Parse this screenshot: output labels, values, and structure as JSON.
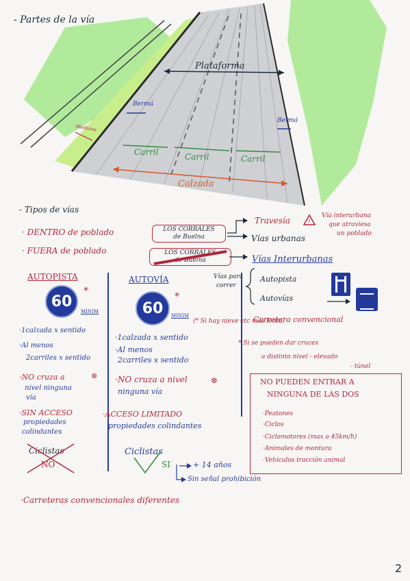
{
  "heading": "- Partes de la vía",
  "diagram": {
    "plataforma": "Plataforma",
    "berm_left": "Bermá",
    "berm_right": "Bermá",
    "mediana": "Mediana",
    "carril1": "Carril",
    "carril2": "Carril",
    "carril3": "Carril",
    "calzada": "Calzada"
  },
  "tipos": {
    "title": "- Tipos de vías",
    "dentro": "· DENTRO de poblado",
    "fuera": "· FUERA de poblado",
    "sign1_line1": "LOS CORRALES",
    "sign1_line2": "de Buelna",
    "sign2_line1": "LOS CORRALES",
    "sign2_line2": "de Buelna",
    "travesia": "Travesía",
    "travesia_note_line1": "Vía interurbana",
    "travesia_note_line2": "que atraviesa",
    "travesia_note_line3": "un poblado",
    "vias_urbanas": "Vías urbanas",
    "vias_interurbanas": "Vías Interurbanas"
  },
  "autopista": {
    "title": "AUTOPISTA",
    "speed": "60",
    "minim": "MINIM",
    "p1": "·1calzada x sentido",
    "p2a": "·Al menos",
    "p2b": "2carriles x sentido",
    "p3a": "·NO cruza a",
    "p3b": "nivel ninguna",
    "p3c": "vía",
    "p4a": "·SIN ACCESO",
    "p4b": "propiedades",
    "p4c": "colindantes",
    "ciclistas": "Ciclistas",
    "no": "NO"
  },
  "autovia": {
    "title": "AUTOVÍA",
    "speed": "60",
    "minim": "MINIM",
    "note": "(* Si hay nieve etc más lento)",
    "p1": "·1calzada x sentido",
    "p2a": "·Al menos",
    "p2b": "2carriles x sentido",
    "p3a": "·NO cruza a nivel",
    "p3b": "ninguna vía",
    "p4a": "·ACCESO LIMITADO",
    "p4b": "propiedades colindantes",
    "ciclistas": "Ciclistas",
    "si": "SI",
    "mas14": "+ 14 años",
    "sin_senal": "Sin señal prohibición"
  },
  "right": {
    "vias_para_correr_1": "Vías para",
    "vias_para_correr_2": "correr",
    "autopista": "Autopista",
    "autovias": "Autovías",
    "carretera_conv": "Carretera convencional",
    "cruces_note_1": "* Si se pueden dar cruces",
    "cruces_note_2": "a distinto nivel - elevado",
    "cruces_note_3": "- túnel",
    "no_pueden_1": "NO PUEDEN ENTRAR A",
    "no_pueden_2": "NINGUNA DE LAS DOS",
    "items": [
      "·Peatones",
      "·Ciclos",
      "·Ciclomotores (max a 45km/h)",
      "·Animales de montura",
      "·Vehículos tracción animal"
    ]
  },
  "footer": "·Carreteras convencionales diferentes",
  "page_number": "2",
  "colors": {
    "ink_blue": "#243b9a",
    "ink_red": "#b3263a",
    "ink_green": "#2f8d3c",
    "ink_orange": "#d35a2a",
    "highlighter_green": "#9be67f",
    "sign_blue": "#233a9c"
  }
}
